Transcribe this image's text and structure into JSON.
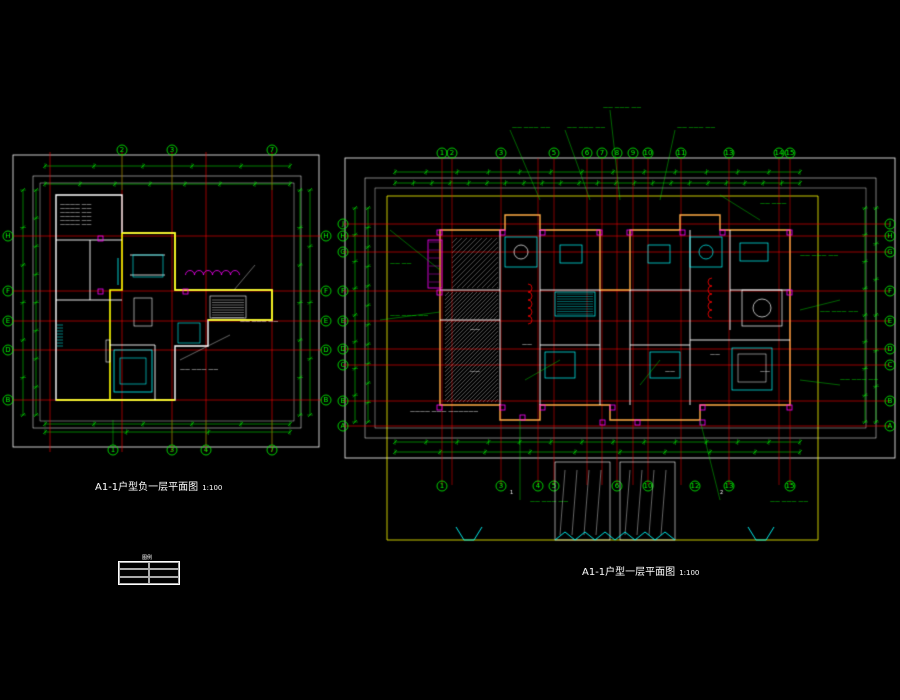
{
  "drawing": {
    "background": "#000000",
    "colors": {
      "wall": "#ffffff",
      "wall_highlight": "#ffff00",
      "axis": "#ff0000",
      "dimension": "#00ff00",
      "furniture": "#00ffff",
      "annotation": "#ff00ff",
      "hatch": "#ff66cc"
    }
  },
  "left_plan": {
    "title": "A1-1户型负一层平面图",
    "scale": "1:100",
    "top_axes": [
      "2",
      "3",
      "7"
    ],
    "bottom_axes": [
      "1",
      "3",
      "4",
      "7"
    ],
    "side_axes": [
      "H",
      "F",
      "E",
      "D",
      "B"
    ]
  },
  "right_plan": {
    "title": "A1-1户型一层平面图",
    "scale": "1:100",
    "top_axes": [
      "1",
      "2",
      "3",
      "5",
      "6",
      "7",
      "8",
      "9",
      "10",
      "11",
      "13",
      "14",
      "15"
    ],
    "bottom_axes": [
      "1",
      "3",
      "4",
      "5",
      "6",
      "10",
      "12",
      "13",
      "15"
    ],
    "side_axes": [
      "J",
      "H",
      "G",
      "F",
      "E",
      "D",
      "C",
      "B",
      "A"
    ]
  },
  "legend": {
    "title": "图例"
  }
}
